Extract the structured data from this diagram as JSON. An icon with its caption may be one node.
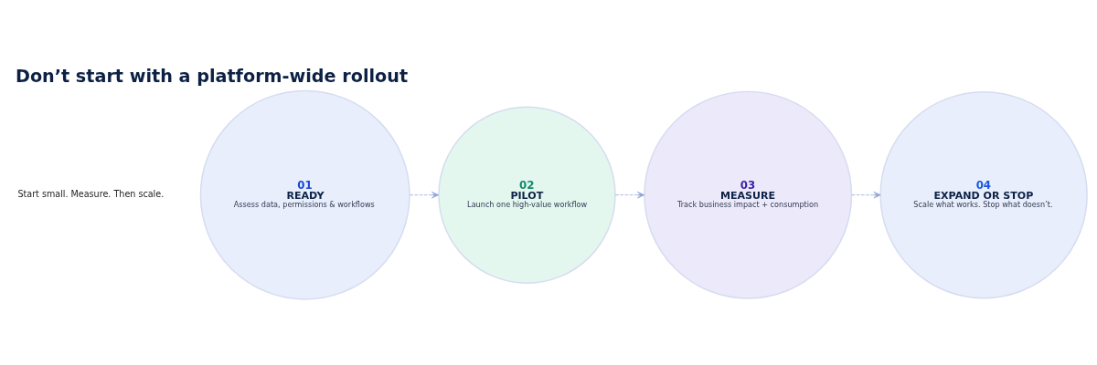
{
  "diagram": {
    "title": "Don’t start with a platform-wide rollout",
    "nodes": [
      {
        "text": [
          "01",
          "READY",
          "Assess data, permissions & workflows"
        ]
      },
      {
        "text": [
          "02",
          "PILOT",
          "Launch one high-value workflow"
        ]
      },
      {
        "text": [
          "03",
          "MEASURE",
          "Track business impact + consumption"
        ]
      },
      {
        "text": [
          "04",
          "EXPAND OR STOP",
          "Scale what works. Stop what doesn’t."
        ]
      }
    ],
    "edges": [
      {
        "from": 0,
        "to": 1,
        "arrow": "to",
        "style": "dashed"
      },
      {
        "from": 1,
        "to": 2,
        "arrow": "to",
        "style": "dashed"
      },
      {
        "from": 2,
        "to": 3,
        "arrow": "to",
        "style": "dashed"
      }
    ],
    "labels": [
      "Start small. Measure. Then scale."
    ]
  }
}
